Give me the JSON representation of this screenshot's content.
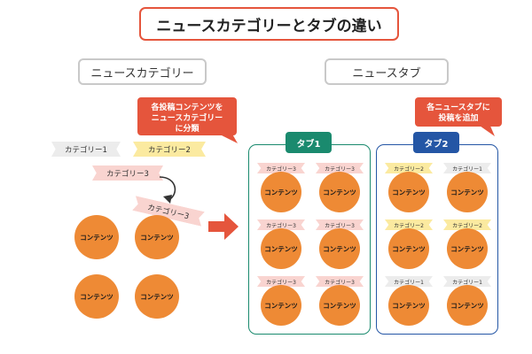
{
  "title": "ニュースカテゴリーとタブの違い",
  "sections": {
    "left": "ニュースカテゴリー",
    "right": "ニュースタブ"
  },
  "callouts": {
    "left": [
      "各投稿コンテンツを",
      "ニュースカテゴリー",
      "に分類"
    ],
    "right": [
      "各ニュースタブに",
      "投稿を追加"
    ]
  },
  "categories": {
    "cat1": "カテゴリー1",
    "cat2": "カテゴリー2",
    "cat3": "カテゴリー3",
    "cat3_tilted": "カテゴリー3"
  },
  "content_label": "コンテンツ",
  "tabs": [
    {
      "label": "タブ1",
      "color": "#1a8a6e",
      "items": [
        {
          "category": "カテゴリー3",
          "style": "pink"
        },
        {
          "category": "カテゴリー3",
          "style": "pink"
        },
        {
          "category": "カテゴリー3",
          "style": "pink"
        },
        {
          "category": "カテゴリー3",
          "style": "pink"
        },
        {
          "category": "カテゴリー3",
          "style": "pink"
        },
        {
          "category": "カテゴリー3",
          "style": "pink"
        }
      ]
    },
    {
      "label": "タブ2",
      "color": "#2456a5",
      "items": [
        {
          "category": "カテゴリー2",
          "style": "yellow"
        },
        {
          "category": "カテゴリー1",
          "style": "gray"
        },
        {
          "category": "カテゴリー2",
          "style": "yellow"
        },
        {
          "category": "カテゴリー2",
          "style": "yellow"
        },
        {
          "category": "カテゴリー1",
          "style": "gray"
        },
        {
          "category": "カテゴリー1",
          "style": "gray"
        }
      ]
    }
  ],
  "colors": {
    "accent": "#e5553c",
    "content_circle": "#ee8a35",
    "tab1": "#1a8a6e",
    "tab2": "#2456a5"
  }
}
